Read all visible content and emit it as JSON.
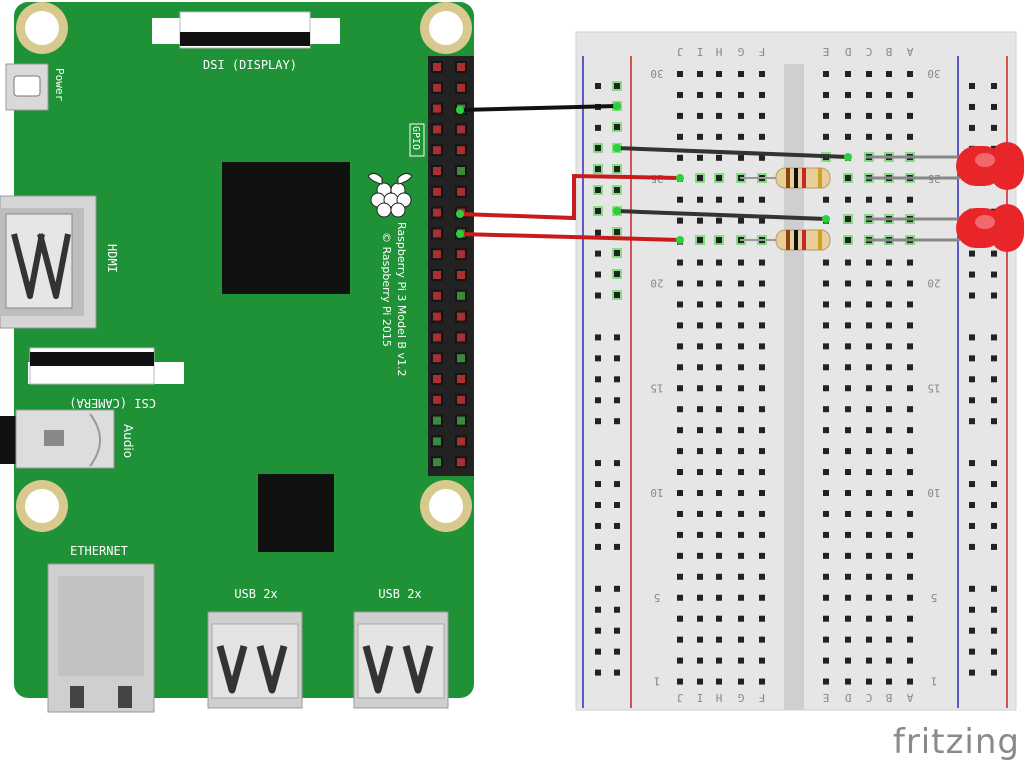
{
  "board": {
    "dsi_label": "DSI (DISPLAY)",
    "power_label": "Power",
    "gpio_label": "GPIO",
    "hdmi_label": "HDMI",
    "model_label": "Raspberry Pi 3 Model B v1.2",
    "copyright_label": "© Raspberry Pi 2015",
    "csi_label": "CSI (CAMERA)",
    "audio_label": "Audio",
    "ethernet_label": "ETHERNET",
    "usb1_label": "USB 2x",
    "usb2_label": "USB 2x",
    "color": "#1f9136"
  },
  "breadboard": {
    "left_columns": [
      "J",
      "I",
      "H",
      "G",
      "F"
    ],
    "right_columns": [
      "E",
      "D",
      "C",
      "B",
      "A"
    ],
    "row_numbers": [
      "30",
      "25",
      "20",
      "15",
      "10",
      "5",
      "1"
    ]
  },
  "components": {
    "led_color": "#e8262a",
    "wire_ground_color": "#1a1a1a",
    "wire_signal_color": "#cc1d1d",
    "resistor_count": 2,
    "led_count": 2
  },
  "watermark": {
    "text": "fritzing"
  }
}
